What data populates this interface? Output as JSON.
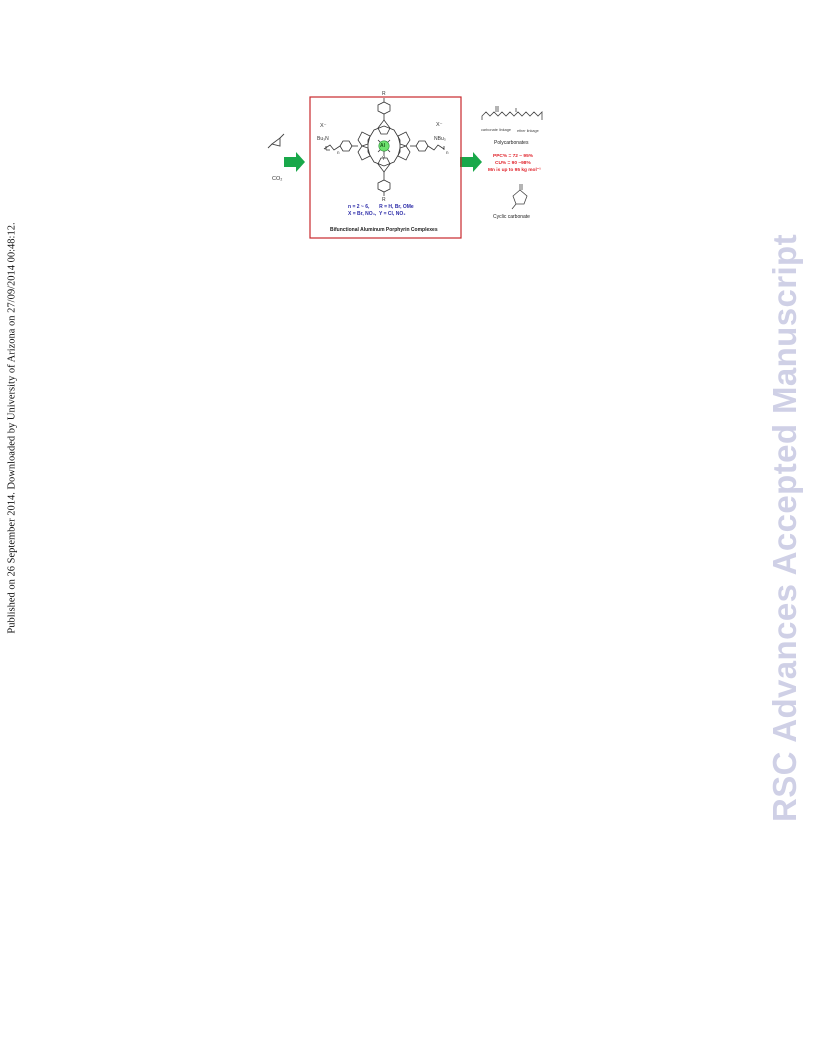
{
  "side_note": "Published on 26 September 2014. Downloaded by University of Arizona on 27/09/2014 00:48:12.",
  "watermark": "RSC Advances Accepted Manuscript",
  "colors": {
    "frame": "#c8282d",
    "arrow": "#19a84a",
    "blue_text": "#2b2ba8",
    "red_text": "#e0222a",
    "al_center": "#6ee26e",
    "watermark": "#cfd0e6"
  },
  "graphical_abstract": {
    "reactant_co2": "CO₂",
    "complex": {
      "anion_left": "X⁻",
      "anion_right": "X⁻",
      "cation_left": "Bu₃N",
      "cation_right": "NBu₃",
      "metal": "Al",
      "axial_ligand": "Y",
      "substituent": "R",
      "chain_n": "n",
      "conditions_line1": "n = 2 ~ 6,       R = H, Br, OMe",
      "conditions_line2": "X = Br, NO₃,  Y = Cl, NO₃",
      "caption": "Bifunctional Aluminum Porphyrin Complexes"
    },
    "product_polymer": {
      "linkage_carbonate": "carbonate linkage",
      "linkage_ether": "ether linkage",
      "label": "Polycarbonates",
      "stat_ppc": "PPC% = 72 ~ 95%",
      "stat_cu": "CU% = 90 ~98%",
      "stat_mn": "Mn is up to 95 kg mol⁻¹"
    },
    "product_cyclic": {
      "label": "Cyclic carbonate"
    }
  }
}
